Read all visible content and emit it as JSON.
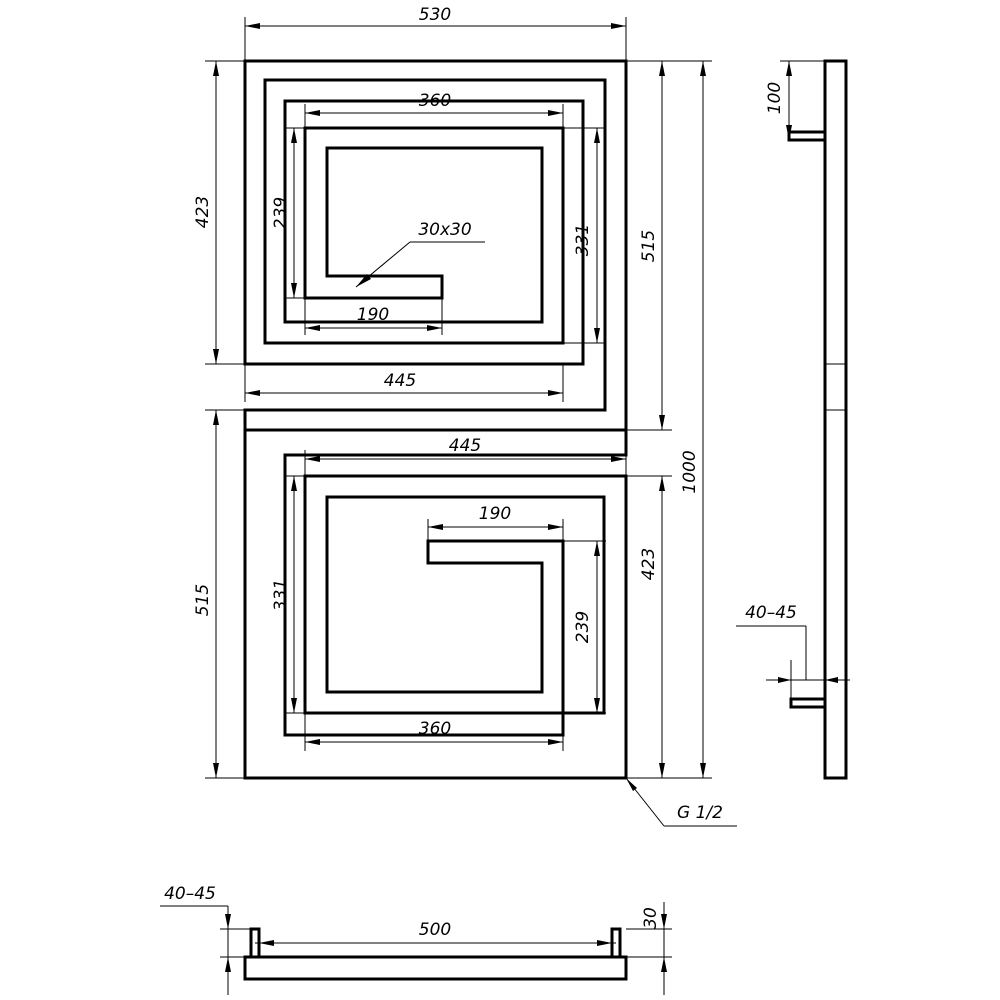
{
  "drawing": {
    "front_view": {
      "overall_width": "530",
      "overall_height": "1000",
      "upper_section": {
        "outer_height": "423",
        "height_to_connection": "515",
        "bottom_width": "445",
        "inner_width": "360",
        "inner_height": "331",
        "spiral_height": "239",
        "tail_length": "190",
        "tube_section": "30x30"
      },
      "lower_section": {
        "outer_height": "515",
        "right_height": "423",
        "top_width": "445",
        "inner_width": "360",
        "inner_height": "331",
        "spiral_height": "239",
        "tail_length": "190"
      },
      "connection_thread": "G 1/2"
    },
    "side_view": {
      "top_offset": "100",
      "wall_distance": "40–45"
    },
    "bottom_view": {
      "wall_distance": "40–45",
      "connection_spacing": "500",
      "pipe_depth": "30"
    }
  }
}
